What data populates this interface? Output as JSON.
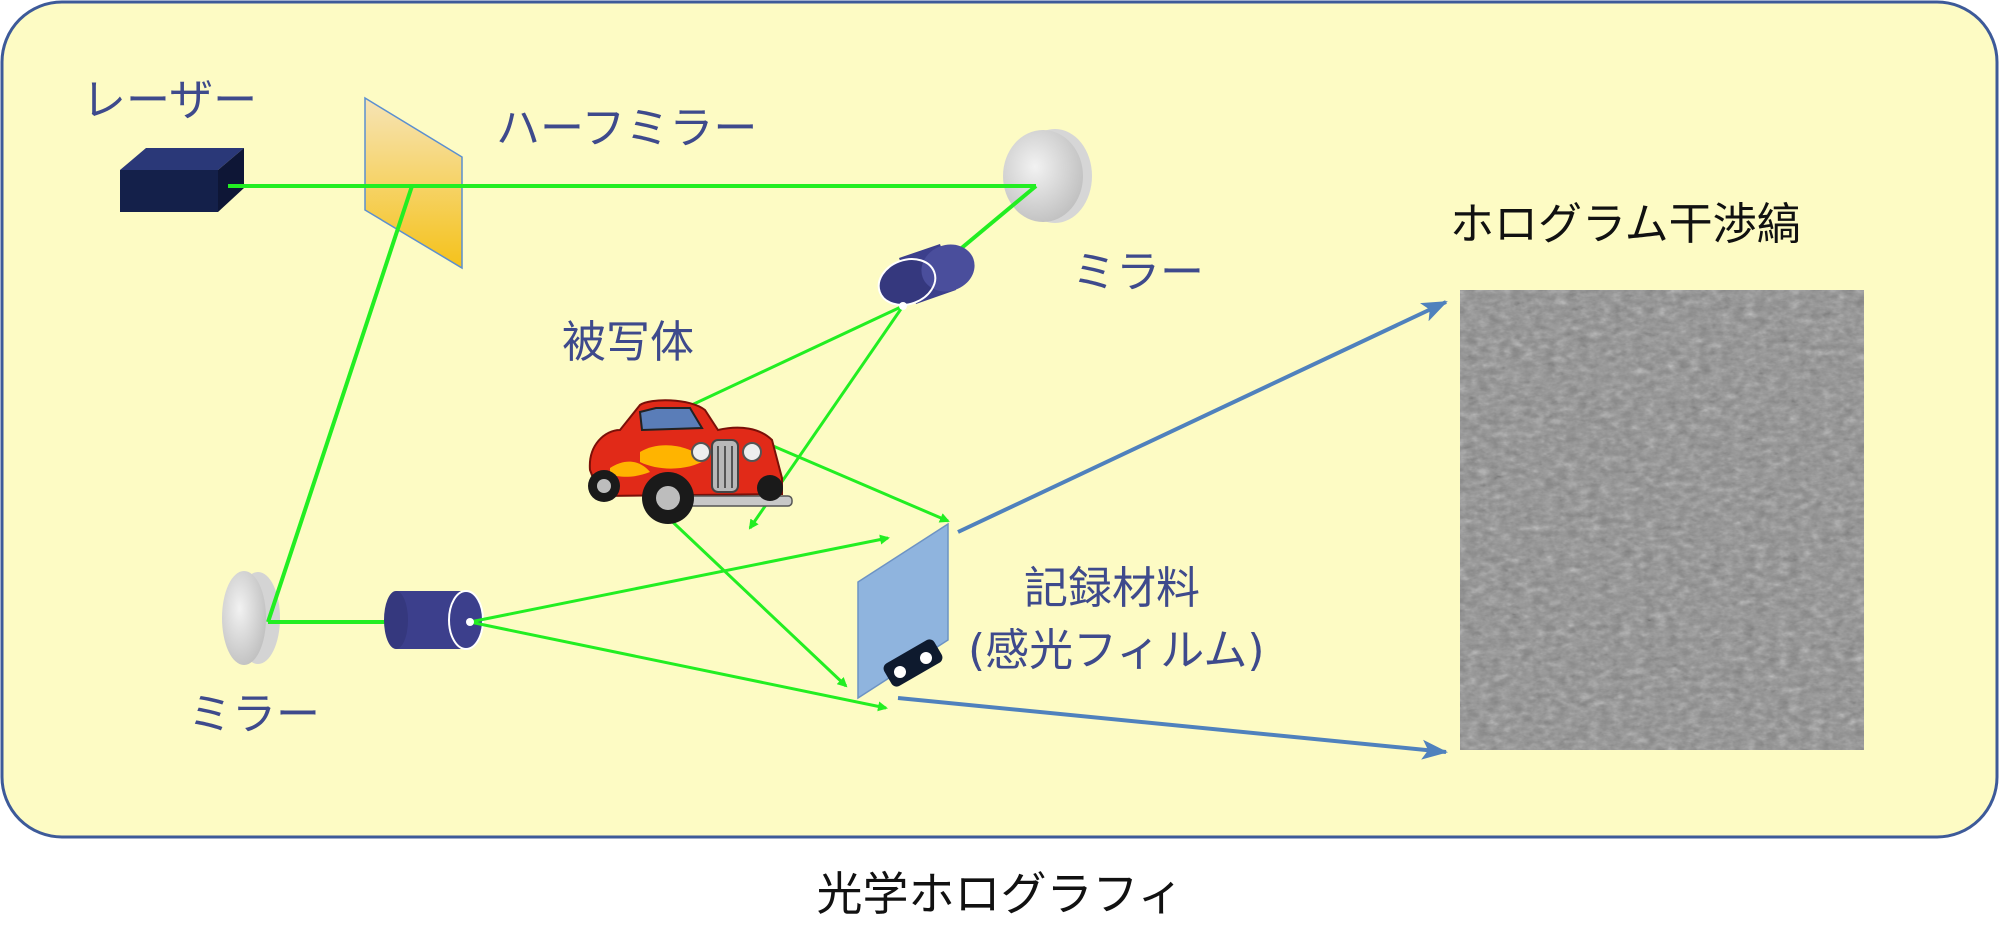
{
  "labels": {
    "laser": "レーザー",
    "half_mirror": "ハーフミラー",
    "mirror_top": "ミラー",
    "mirror_bottom": "ミラー",
    "object": "被写体",
    "hologram_fringes": "ホログラム干渉縞",
    "recording_material_line1": "記録材料",
    "recording_material_line2": "(感光フィルム)"
  },
  "caption": "光学ホログラフィ",
  "colors": {
    "panel_fill": "#fdfbc4",
    "panel_border": "#3d5a99",
    "beam": "#22ee22",
    "arrow": "#4f81bd",
    "text": "#3e4a8c",
    "laser_body": "#14204a",
    "lens": "#3c3f8c",
    "film": "#8fb4de",
    "hologram_fill": "#888888"
  }
}
